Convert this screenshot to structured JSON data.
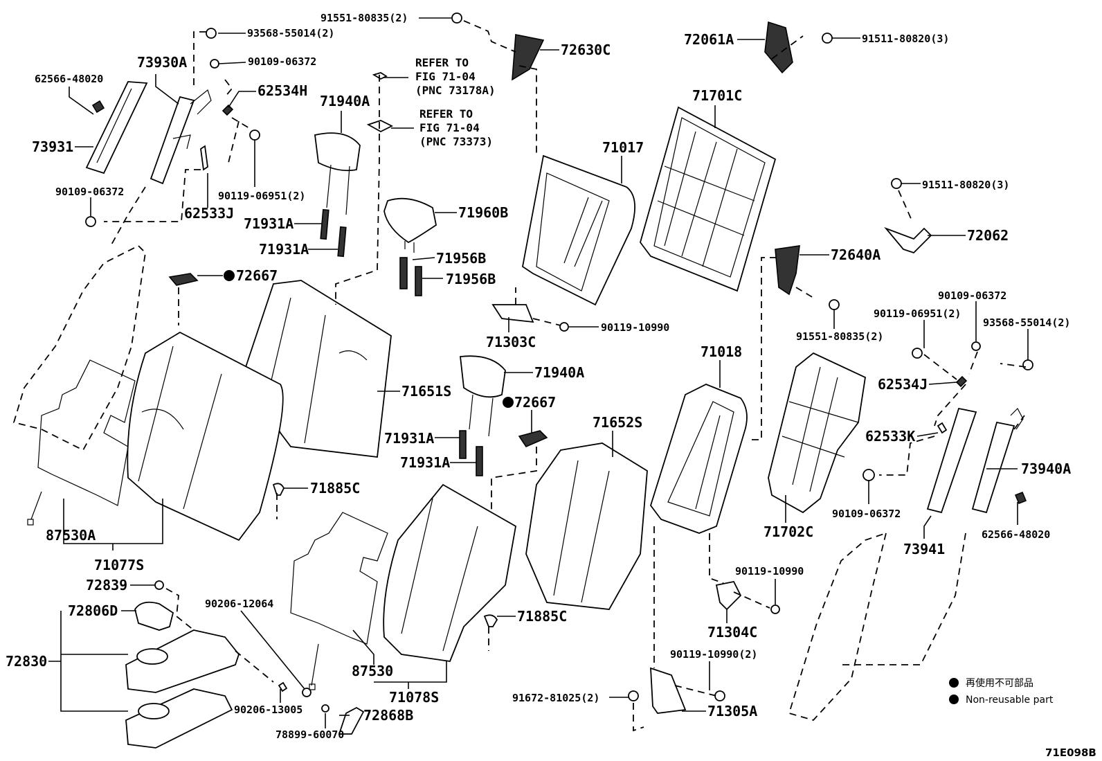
{
  "diagram": {
    "figure_code": "71E098B",
    "legend": {
      "items": [
        {
          "symbol": "filled-circle",
          "text": "再使用不可部品"
        },
        {
          "symbol": "filled-circle",
          "text": "Non-reusable part"
        }
      ]
    },
    "references": [
      {
        "lines": [
          "REFER TO",
          "FIG 71-04",
          "(PNC 73178A)"
        ]
      },
      {
        "lines": [
          "REFER TO",
          "FIG 71-04",
          "(PNC 73373)"
        ]
      }
    ],
    "labels": {
      "p91551_80835_top": "91551-80835(2)",
      "p93568_55014_left": "93568-55014(2)",
      "p73930A": "73930A",
      "p90109_06372_topleft": "90109-06372",
      "p62566_48020_left": "62566-48020",
      "p62534H": "62534H",
      "p73931": "73931",
      "p90109_06372_left": "90109-06372",
      "p90119_06951_left": "90119-06951(2)",
      "p62533J": "62533J",
      "p71940A_top": "71940A",
      "p71931A_1": "71931A",
      "p71931A_2": "71931A",
      "p72630C": "72630C",
      "p72061A": "72061A",
      "p91511_80820_top": "91511-80820(3)",
      "p71701C": "71701C",
      "p71017": "71017",
      "p71960B": "71960B",
      "p71956B_1": "71956B",
      "p71956B_2": "71956B",
      "p72667_left": "72667",
      "p91511_80820_right": "91511-80820(3)",
      "p72062": "72062",
      "p72640A": "72640A",
      "p90119_10990_mid": "90119-10990",
      "p71303C": "71303C",
      "p91551_80835_right": "91551-80835(2)",
      "p90109_06372_right": "90109-06372",
      "p90119_06951_right": "90119-06951(2)",
      "p93568_55014_right": "93568-55014(2)",
      "p71651S": "71651S",
      "p71940A_mid": "71940A",
      "p72667_mid": "72667",
      "p71018": "71018",
      "p62534J": "62534J",
      "p71652S": "71652S",
      "p71931A_3": "71931A",
      "p71931A_4": "71931A",
      "p62533K": "62533K",
      "p73940A": "73940A",
      "p71885C_left": "71885C",
      "p87530A": "87530A",
      "p90109_06372_lower": "90109-06372",
      "p71702C": "71702C",
      "p62566_48020_right": "62566-48020",
      "p73941": "73941",
      "p71077S": "71077S",
      "p72839": "72839",
      "p90119_10990_lower": "90119-10990",
      "p72806D": "72806D",
      "p90206_12064": "90206-12064",
      "p71885C_right": "71885C",
      "p71304C": "71304C",
      "p72830": "72830",
      "p90119_10990_2": "90119-10990(2)",
      "p87530": "87530",
      "p71078S": "71078S",
      "p91672_81025": "91672-81025(2)",
      "p90206_13005": "90206-13005",
      "p72868B": "72868B",
      "p71305A": "71305A",
      "p78899_60070": "78899-60070"
    },
    "non_reusable_parts": [
      "72667"
    ]
  }
}
